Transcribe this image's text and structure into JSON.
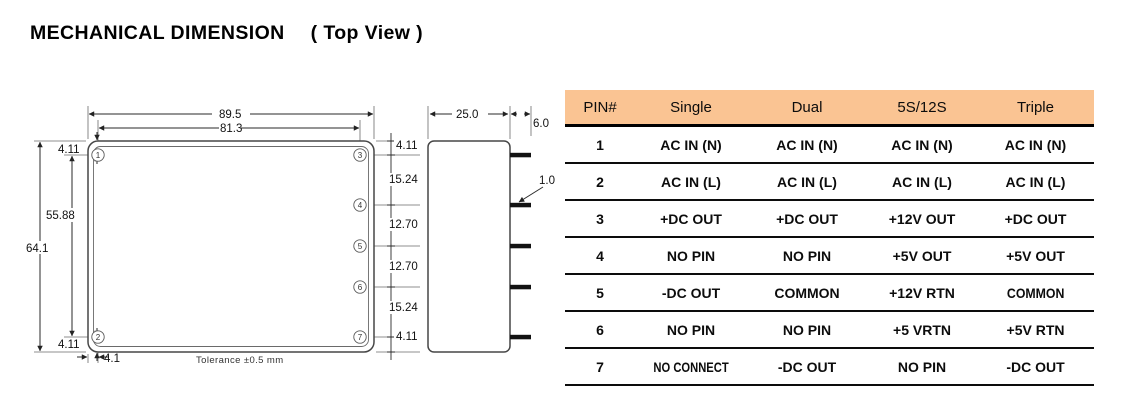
{
  "header": {
    "title": "MECHANICAL DIMENSION",
    "subtitle": "( Top View )"
  },
  "drawing": {
    "top_view": {
      "dims": {
        "outer_width": "89.5",
        "pin_span_width": "81.3",
        "outer_height": "64.1",
        "pin_span_height": "55.88",
        "top_offset_left": "4.11",
        "bottom_offset_left": "4.11",
        "top_offset_right": "4.11",
        "bottom_offset_right": "4.11",
        "pitch_3_4": "15.24",
        "pitch_4_5": "12.70",
        "pitch_5_6": "12.70",
        "pitch_6_7": "15.24",
        "pin_inset_bottom": "4.1"
      },
      "pins": [
        "1",
        "2",
        "3",
        "4",
        "5",
        "6",
        "7"
      ],
      "tolerance": "Tolerance ±0.5 mm"
    },
    "side_view": {
      "dims": {
        "depth": "25.0",
        "pin_length": "6.0",
        "pin_thickness": "1.0"
      }
    }
  },
  "pin_table": {
    "header_bg": "#FAC493",
    "columns": [
      "PIN#",
      "Single",
      "Dual",
      "5S/12S",
      "Triple"
    ],
    "rows": [
      [
        "1",
        "AC IN (N)",
        "AC IN (N)",
        "AC IN (N)",
        "AC IN (N)"
      ],
      [
        "2",
        "AC IN (L)",
        "AC IN (L)",
        "AC IN (L)",
        "AC IN (L)"
      ],
      [
        "3",
        "+DC OUT",
        "+DC OUT",
        "+12V OUT",
        "+DC OUT"
      ],
      [
        "4",
        "NO PIN",
        "NO PIN",
        "+5V OUT",
        "+5V OUT"
      ],
      [
        "5",
        "-DC OUT",
        "COMMON",
        "+12V RTN",
        "COMMON"
      ],
      [
        "6",
        "NO PIN",
        "NO PIN",
        "+5 VRTN",
        "+5V RTN"
      ],
      [
        "7",
        "NO CONNECT",
        "-DC OUT",
        "NO PIN",
        "-DC OUT"
      ]
    ]
  }
}
